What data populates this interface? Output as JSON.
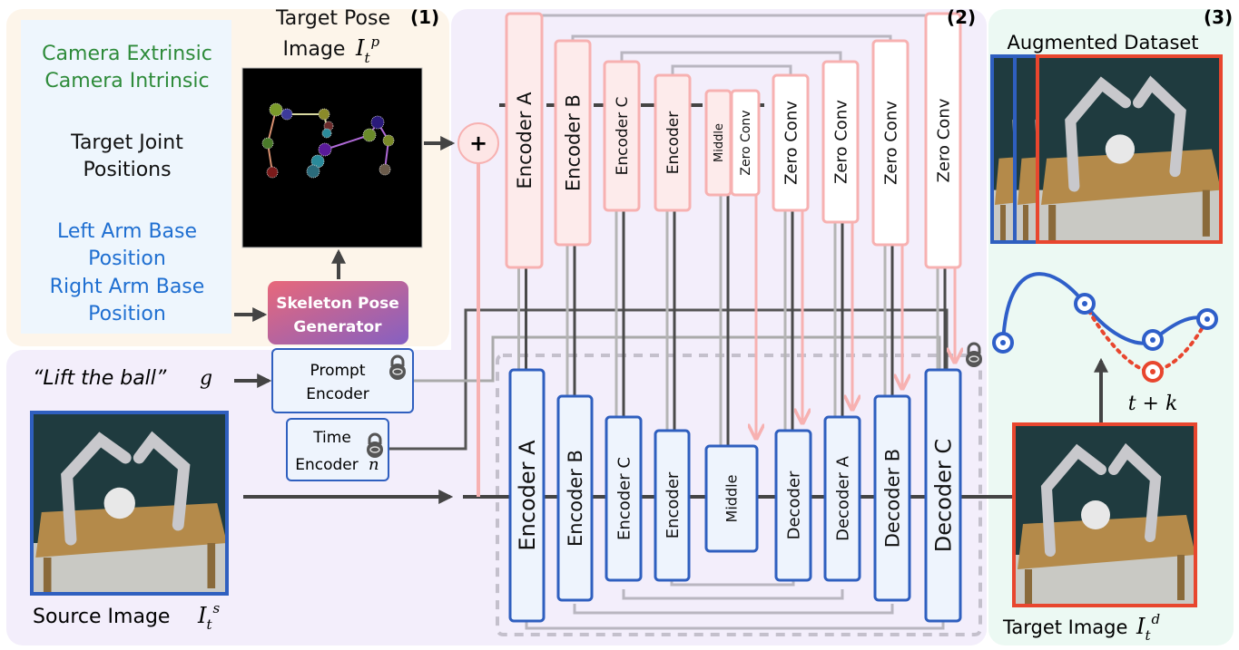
{
  "colors": {
    "panel1": "#fdf5ea",
    "panel2": "#f3eefb",
    "panel3": "#ecf9f3",
    "input_box": "#eef6fd",
    "green_text": "#2e8b3a",
    "blue_text": "#1f6fd1",
    "pink_fill": "#fdebeb",
    "pink_stroke": "#f7b1b1",
    "blue_fill": "#eef4fd",
    "blue_stroke": "#2f5fbf",
    "red_frame": "#e8462e",
    "gray_line": "#b9b6c0",
    "dark_line": "#4a4a4a"
  },
  "panel1": {
    "number": "(1)",
    "camera": [
      "Camera Extrinsic",
      "Camera Intrinsic"
    ],
    "joints": [
      "Target Joint",
      "Positions"
    ],
    "base": [
      "Left Arm Base",
      "Position",
      "Right Arm Base",
      "Position"
    ],
    "pose_title": "Target Pose",
    "pose_image_label": "Image",
    "pose_symbol": {
      "main": "I",
      "sub": "t",
      "sup": "p"
    },
    "generator": [
      "Skeleton Pose",
      "Generator"
    ]
  },
  "panel2": {
    "number": "(2)",
    "prompt_text": "“Lift the ball”",
    "prompt_symbol": "g",
    "prompt_encoder": [
      "Prompt",
      "Encoder"
    ],
    "time_encoder": [
      "Time",
      "Encoder"
    ],
    "time_symbol": "n",
    "source_label": "Source Image",
    "source_symbol": {
      "main": "I",
      "sub": "t",
      "sup": "s"
    },
    "plus": "+",
    "control_blocks": [
      "Encoder A",
      "Encoder B",
      "Encoder C",
      "Encoder",
      "Middle",
      "Zero Conv",
      "Zero Conv",
      "Zero Conv",
      "Zero Conv",
      "Zero Conv"
    ],
    "unet_blocks": [
      "Encoder A",
      "Encoder B",
      "Encoder C",
      "Encoder",
      "Middle",
      "Decoder",
      "Decoder A",
      "Decoder B",
      "Decoder C"
    ],
    "icons": [
      "lock-icon",
      "plus-icon"
    ]
  },
  "panel3": {
    "number": "(3)",
    "dataset_title": "Augmented Dataset",
    "time_label": "t + k",
    "target_label": "Target Image",
    "target_symbol": {
      "main": "I",
      "sub": "t",
      "sup": "d"
    }
  }
}
